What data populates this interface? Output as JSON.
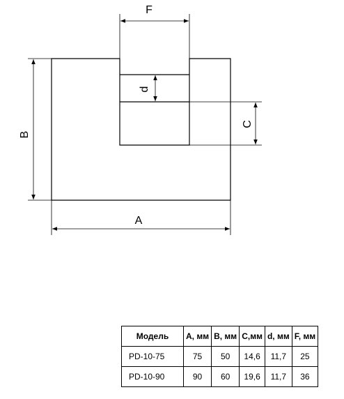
{
  "diagram": {
    "labels": {
      "F": "F",
      "B": "B",
      "A": "A",
      "C": "C",
      "d": "d"
    }
  },
  "table": {
    "headers": [
      "Модель",
      "A, мм",
      "B, мм",
      "C,мм",
      "d, мм",
      "F, мм"
    ],
    "rows": [
      [
        "PD-10-75",
        "75",
        "50",
        "14,6",
        "11,7",
        "25"
      ],
      [
        "PD-10-90",
        "90",
        "60",
        "19,6",
        "11,7",
        "36"
      ]
    ]
  }
}
